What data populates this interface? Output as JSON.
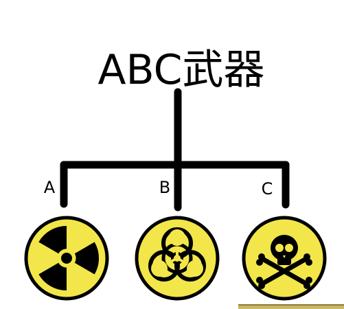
{
  "title": "ABC武器",
  "branches": [
    {
      "label": "A",
      "icon": "radiation-icon"
    },
    {
      "label": "B",
      "icon": "biohazard-icon"
    },
    {
      "label": "C",
      "icon": "skull-crossbones-icon"
    }
  ],
  "colors": {
    "line": "#000000",
    "symbol_fill": "#f2e64a",
    "symbol_ring": "#000000",
    "background": "#ffffff"
  }
}
